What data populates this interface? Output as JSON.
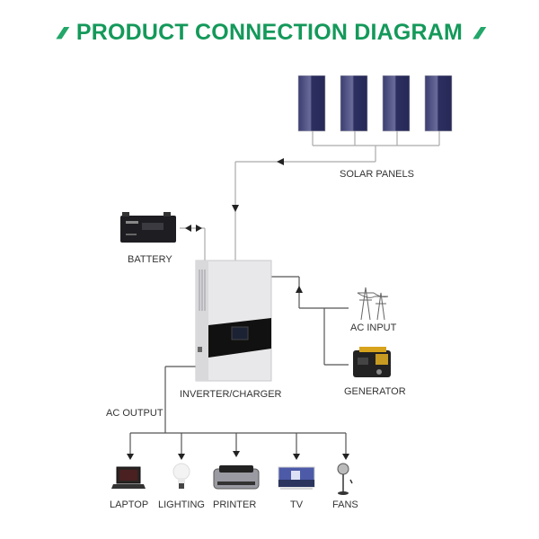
{
  "header": {
    "title": "PRODUCT CONNECTION DIAGRAM",
    "decoration_glyph": "///"
  },
  "components": {
    "solar_panels": {
      "label": "SOLAR PANELS",
      "count": 4
    },
    "battery": {
      "label": "BATTERY"
    },
    "inverter": {
      "label": "INVERTER/CHARGER"
    },
    "ac_input": {
      "label": "AC INPUT"
    },
    "generator": {
      "label": "GENERATOR"
    },
    "ac_output": {
      "label": "AC OUTPUT"
    }
  },
  "loads": [
    {
      "label": "LAPTOP"
    },
    {
      "label": "LIGHTING"
    },
    {
      "label": "PRINTER"
    },
    {
      "label": "TV"
    },
    {
      "label": "FANS"
    }
  ],
  "colors": {
    "title_green": "#14995a",
    "wire_gray": "#aaaaaa",
    "wire_dark": "#555555",
    "panel_blue": "#2a2d5a"
  }
}
